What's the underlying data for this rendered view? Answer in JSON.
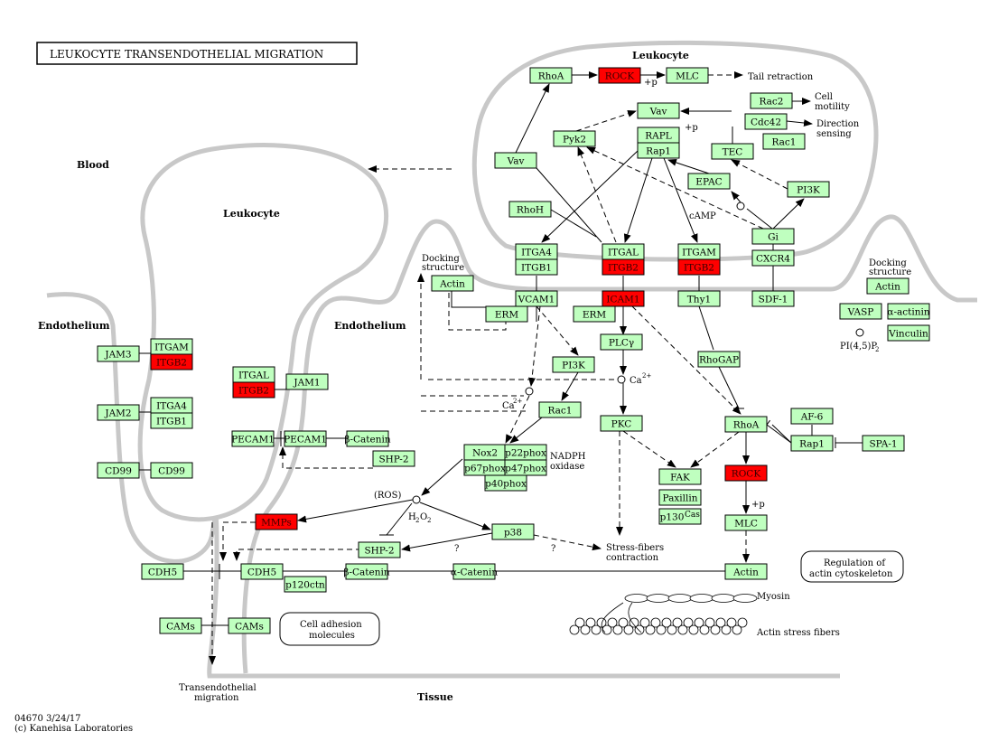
{
  "title": "LEUKOCYTE  TRANSENDOTHELIAL  MIGRATION",
  "footer": {
    "line1": "04670 3/24/17",
    "line2": "(c) Kanehisa Laboratories"
  },
  "colors": {
    "gene": "#bfffbf",
    "highlight": "#ff0000",
    "membrane": "#c8c8c8",
    "line": "#000000"
  },
  "regions": {
    "blood": "Blood",
    "leukocyte_top": "Leukocyte",
    "leukocyte_mid": "Leukocyte",
    "endothelium_left": "Endothelium",
    "endothelium_mid": "Endothelium",
    "tissue": "Tissue"
  },
  "genes": {
    "rhoa_top": {
      "label": "RhoA",
      "highlighted": false
    },
    "rock_top": {
      "label": "ROCK",
      "highlighted": true
    },
    "mlc_top": {
      "label": "MLC",
      "highlighted": false
    },
    "vav_top": {
      "label": "Vav",
      "highlighted": false
    },
    "rac2": {
      "label": "Rac2",
      "highlighted": false
    },
    "cdc42": {
      "label": "Cdc42",
      "highlighted": false
    },
    "rac1_top": {
      "label": "Rac1",
      "highlighted": false
    },
    "pyk2": {
      "label": "Pyk2",
      "highlighted": false
    },
    "rapl": {
      "label": "RAPL",
      "highlighted": false
    },
    "rap1_top": {
      "label": "Rap1",
      "highlighted": false
    },
    "tec": {
      "label": "TEC",
      "highlighted": false
    },
    "vav_left": {
      "label": "Vav",
      "highlighted": false
    },
    "epac": {
      "label": "EPAC",
      "highlighted": false
    },
    "pi3k_top": {
      "label": "PI3K",
      "highlighted": false
    },
    "rhoh": {
      "label": "RhoH",
      "highlighted": false
    },
    "gi": {
      "label": "Gi",
      "highlighted": false
    },
    "itga4_top": {
      "label": "ITGA4",
      "highlighted": false
    },
    "itgb1_top": {
      "label": "ITGB1",
      "highlighted": false
    },
    "itgal_top": {
      "label": "ITGAL",
      "highlighted": false
    },
    "itgb2_top1": {
      "label": "ITGB2",
      "highlighted": true
    },
    "itgam_top": {
      "label": "ITGAM",
      "highlighted": false
    },
    "itgb2_top2": {
      "label": "ITGB2",
      "highlighted": true
    },
    "cxcr4": {
      "label": "CXCR4",
      "highlighted": false
    },
    "actin_dock1": {
      "label": "Actin",
      "highlighted": false
    },
    "vcam1": {
      "label": "VCAM1",
      "highlighted": false
    },
    "icam1": {
      "label": "ICAM1",
      "highlighted": true
    },
    "thy1": {
      "label": "Thy1",
      "highlighted": false
    },
    "sdf1": {
      "label": "SDF-1",
      "highlighted": false
    },
    "erm1": {
      "label": "ERM",
      "highlighted": false
    },
    "erm2": {
      "label": "ERM",
      "highlighted": false
    },
    "plcg": {
      "label": "PLCγ",
      "highlighted": false
    },
    "actin_dock2": {
      "label": "Actin",
      "highlighted": false
    },
    "vasp": {
      "label": "VASP",
      "highlighted": false
    },
    "actinin": {
      "label": "α-actinin",
      "highlighted": false
    },
    "vinculin": {
      "label": "Vinculin",
      "highlighted": false
    },
    "pi3k_mid": {
      "label": "PI3K",
      "highlighted": false
    },
    "rhogap": {
      "label": "RhoGAP",
      "highlighted": false
    },
    "rac1_mid": {
      "label": "Rac1",
      "highlighted": false
    },
    "pkc": {
      "label": "PKC",
      "highlighted": false
    },
    "rhoa_mid": {
      "label": "RhoA",
      "highlighted": false
    },
    "af6": {
      "label": "AF-6",
      "highlighted": false
    },
    "rap1_mid": {
      "label": "Rap1",
      "highlighted": false
    },
    "spa1": {
      "label": "SPA-1",
      "highlighted": false
    },
    "nox2": {
      "label": "Nox2",
      "highlighted": false
    },
    "p22phox": {
      "label": "p22phox",
      "highlighted": false
    },
    "p67phox": {
      "label": "p67phox",
      "highlighted": false
    },
    "p47phox": {
      "label": "p47phox",
      "highlighted": false
    },
    "p40phox": {
      "label": "p40phox",
      "highlighted": false
    },
    "fak": {
      "label": "FAK",
      "highlighted": false
    },
    "paxillin": {
      "label": "Paxillin",
      "highlighted": false
    },
    "p130cas": {
      "label": "p130",
      "highlighted": false
    },
    "rock_mid": {
      "label": "ROCK",
      "highlighted": true
    },
    "mlc_mid": {
      "label": "MLC",
      "highlighted": false
    },
    "jam3": {
      "label": "JAM3",
      "highlighted": false
    },
    "itgam_left": {
      "label": "ITGAM",
      "highlighted": false
    },
    "itgb2_left1": {
      "label": "ITGB2",
      "highlighted": true
    },
    "itgal_left": {
      "label": "ITGAL",
      "highlighted": false
    },
    "itgb2_left2": {
      "label": "ITGB2",
      "highlighted": true
    },
    "jam1": {
      "label": "JAM1",
      "highlighted": false
    },
    "jam2": {
      "label": "JAM2",
      "highlighted": false
    },
    "itga4_left": {
      "label": "ITGA4",
      "highlighted": false
    },
    "itgb1_left": {
      "label": "ITGB1",
      "highlighted": false
    },
    "pecam1_a": {
      "label": "PECAM1",
      "highlighted": false
    },
    "pecam1_b": {
      "label": "PECAM1",
      "highlighted": false
    },
    "bcatenin_top": {
      "label": "β-Catenin",
      "highlighted": false
    },
    "cd99_a": {
      "label": "CD99",
      "highlighted": false
    },
    "cd99_b": {
      "label": "CD99",
      "highlighted": false
    },
    "shp2_top": {
      "label": "SHP-2",
      "highlighted": false
    },
    "mmps": {
      "label": "MMPs",
      "highlighted": true
    },
    "p38": {
      "label": "p38",
      "highlighted": false
    },
    "shp2_bot": {
      "label": "SHP-2",
      "highlighted": false
    },
    "cdh5_a": {
      "label": "CDH5",
      "highlighted": false
    },
    "cdh5_b": {
      "label": "CDH5",
      "highlighted": false
    },
    "p120ctn": {
      "label": "p120ctn",
      "highlighted": false
    },
    "bcatenin_bot": {
      "label": "β-Catenin",
      "highlighted": false
    },
    "acatenin": {
      "label": "α-Catenin",
      "highlighted": false
    },
    "actin_bot": {
      "label": "Actin",
      "highlighted": false
    },
    "cams_a": {
      "label": "CAMs",
      "highlighted": false
    },
    "cams_b": {
      "label": "CAMs",
      "highlighted": false
    }
  },
  "compounds": {
    "camp": "cAMP",
    "ca_right": "Ca",
    "ca_left": "Ca",
    "pip2": "PI(4,5)P",
    "ros": "(ROS)",
    "h2o2": "H",
    "two_plus": "2+",
    "sub2": "2",
    "sub2b": "2"
  },
  "annotations": {
    "tail_retraction": "Tail retraction",
    "cell_motility_1": "Cell",
    "cell_motility_2": "motility",
    "direction_1": "Direction",
    "direction_2": "sensing",
    "docking_1": "Docking",
    "docking_2": "structure",
    "docking_r1": "Docking",
    "docking_r2": "structure",
    "nadph_1": "NADPH",
    "nadph_2": "oxidase",
    "stress_1": "Stress-fibers",
    "stress_2": "contraction",
    "reg_1": "Regulation of",
    "reg_2": "actin cytoskeleton",
    "myosin": "Myosin",
    "actin_fibers": "Actin stress fibers",
    "cam_1": "Cell adhesion",
    "cam_2": "molecules",
    "transmig_1": "Transendothelial",
    "transmig_2": "migration",
    "plus_p1": "+p",
    "plus_p2": "+p",
    "plus_p3": "+p",
    "q1": "?",
    "q2": "?",
    "cas": "Cas",
    "o2": "O",
    "sub2c": "2"
  }
}
